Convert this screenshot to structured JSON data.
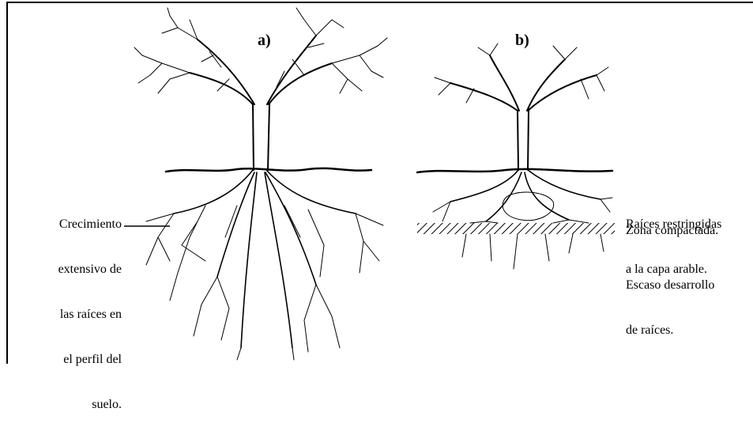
{
  "panel_a": {
    "label": "a)",
    "caption": [
      "Crecimiento",
      "extensivo de",
      "las raíces en",
      "el perfil del",
      "suelo."
    ]
  },
  "panel_b": {
    "label": "b)",
    "caption_1": [
      "Raíces restringidas",
      "a la capa arable."
    ],
    "caption_2": "Zona compactada.",
    "caption_3": [
      "Escaso desarrollo",
      "de raíces."
    ]
  }
}
